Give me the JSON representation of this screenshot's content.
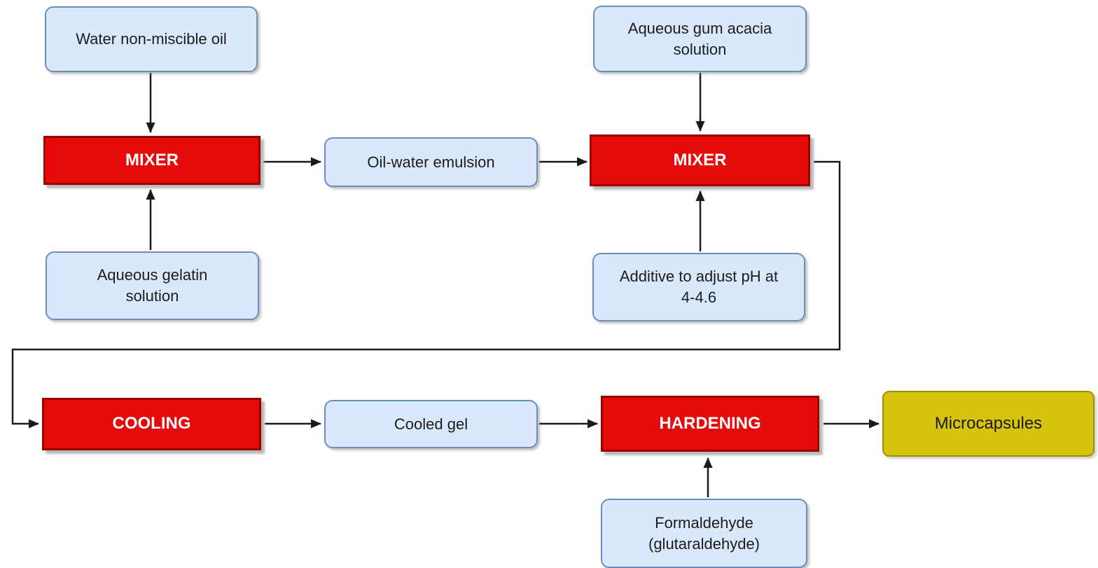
{
  "diagram": {
    "title_hidden": "",
    "nodes": {
      "water_oil": {
        "label": "Water non-miscible oil",
        "type": "input"
      },
      "gum_acacia": {
        "label": "Aqueous gum acacia\nsolution",
        "type": "input"
      },
      "mixer1": {
        "label": "MIXER",
        "type": "process"
      },
      "oil_water_emulsion": {
        "label": "Oil-water emulsion",
        "type": "intermediate"
      },
      "mixer2": {
        "label": "MIXER",
        "type": "process"
      },
      "gelatin": {
        "label": "Aqueous gelatin\nsolution",
        "type": "input"
      },
      "additive": {
        "label": "Additive to adjust pH at\n4-4.6",
        "type": "input"
      },
      "cooling": {
        "label": "COOLING",
        "type": "process"
      },
      "cooled_gel": {
        "label": "Cooled gel",
        "type": "intermediate"
      },
      "hardening": {
        "label": "HARDENING",
        "type": "process"
      },
      "microcapsules": {
        "label": "Microcapsules",
        "type": "output"
      },
      "formaldehyde": {
        "label": "Formaldehyde\n(glutaraldehyde)",
        "type": "input"
      }
    },
    "edges": [
      {
        "from": "water_oil",
        "to": "mixer1"
      },
      {
        "from": "gelatin",
        "to": "mixer1"
      },
      {
        "from": "mixer1",
        "to": "oil_water_emulsion"
      },
      {
        "from": "oil_water_emulsion",
        "to": "mixer2"
      },
      {
        "from": "gum_acacia",
        "to": "mixer2"
      },
      {
        "from": "additive",
        "to": "mixer2"
      },
      {
        "from": "mixer2",
        "to": "cooling"
      },
      {
        "from": "cooling",
        "to": "cooled_gel"
      },
      {
        "from": "cooled_gel",
        "to": "hardening"
      },
      {
        "from": "formaldehyde",
        "to": "hardening"
      },
      {
        "from": "hardening",
        "to": "microcapsules"
      }
    ],
    "colors": {
      "input_fill": "#dae8fc",
      "input_border": "#6c8ebf",
      "process_fill": "#e60a0a",
      "process_border": "#990000",
      "process_text": "#ffffff",
      "output_fill": "#d5c30e",
      "output_border": "#9d8f00",
      "text": "#1c1c1c",
      "arrow": "#1a1a1a",
      "background": "#ffffff"
    }
  }
}
